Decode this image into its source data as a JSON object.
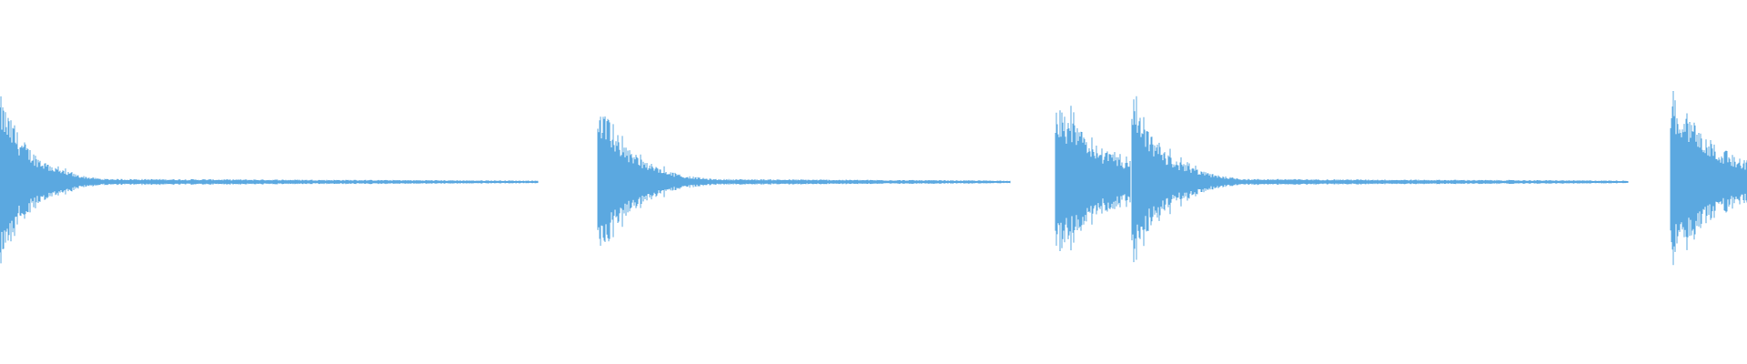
{
  "waveform": {
    "color": "#5BA8E0",
    "background": "#ffffff",
    "normalized_duration": 1.0,
    "events": [
      {
        "onset": 0.0,
        "peak_amplitude": 0.97,
        "fast_decay": 0.018,
        "tail_level": 0.04,
        "tail_end": 0.308
      },
      {
        "onset": 0.342,
        "peak_amplitude": 0.93,
        "fast_decay": 0.02,
        "tail_level": 0.04,
        "tail_end": 0.578
      },
      {
        "onset": 0.604,
        "peak_amplitude": 0.91,
        "fast_decay": 0.03,
        "tail_level": 0.0,
        "tail_end": 0.647
      },
      {
        "onset": 0.648,
        "peak_amplitude": 0.9,
        "fast_decay": 0.02,
        "tail_level": 0.04,
        "tail_end": 0.932
      },
      {
        "onset": 0.956,
        "peak_amplitude": 1.0,
        "fast_decay": 0.03,
        "tail_level": 0.06,
        "tail_end": 1.0
      }
    ]
  }
}
